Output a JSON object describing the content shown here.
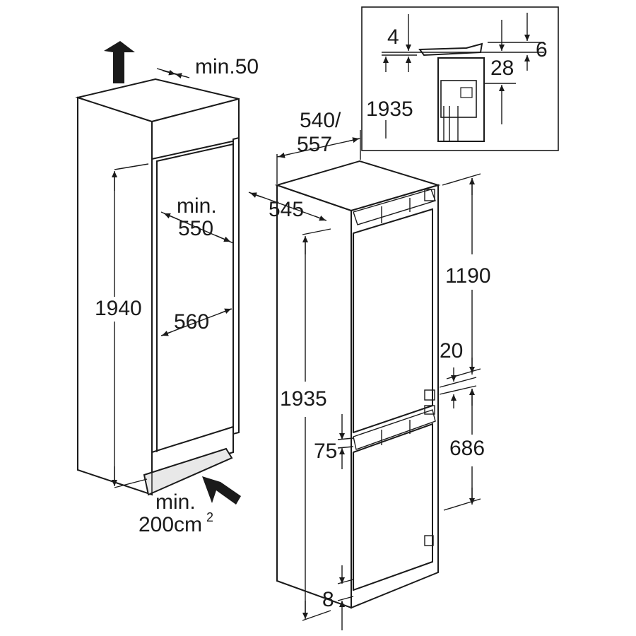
{
  "labels": {
    "min50": "min.50",
    "min550_a": "min.",
    "min550_b": "550",
    "d1940": "1940",
    "d560": "560",
    "vent_a": "min.",
    "vent_b": "200cm",
    "vent_sup": "2",
    "w540": "540/",
    "w557": "557",
    "d545": "545",
    "h1935": "1935",
    "h75": "75",
    "h8": "8",
    "h1190": "1190",
    "h20": "20",
    "h686": "686",
    "inset4": "4",
    "inset6": "6",
    "inset28": "28",
    "inset1935": "1935"
  }
}
